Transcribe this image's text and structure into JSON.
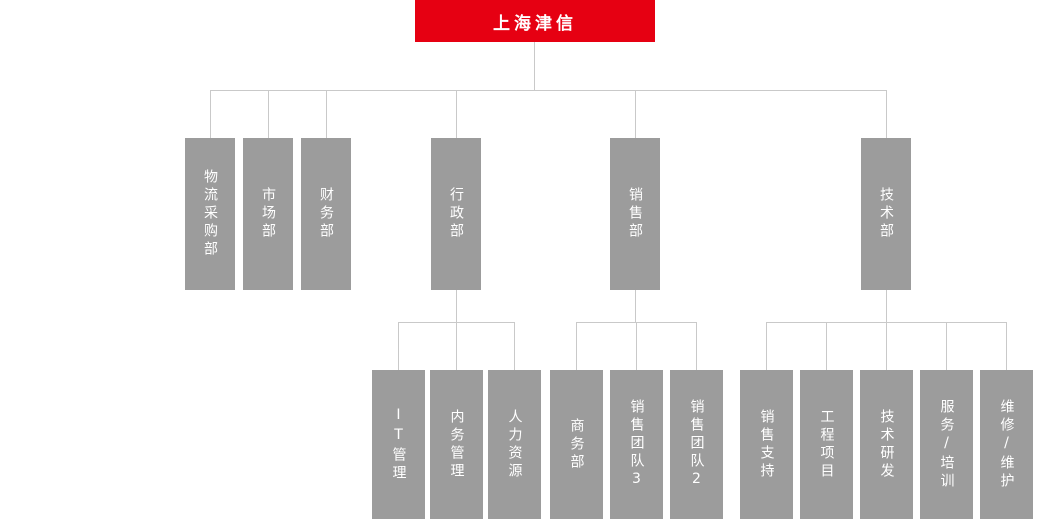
{
  "colors": {
    "page_bg": "#ffffff",
    "root_bg": "#e60012",
    "node_bg": "#9c9c9c",
    "connector": "#c9c9c9",
    "label_text": "#ffffff"
  },
  "org": {
    "root": {
      "label": "上海津信"
    },
    "level1": [
      {
        "label": "物流采购部"
      },
      {
        "label": "市场部"
      },
      {
        "label": "财务部"
      },
      {
        "label": "行政部"
      },
      {
        "label": "销售部"
      },
      {
        "label": "技术部"
      }
    ],
    "admin_children": [
      {
        "label": "IT管理"
      },
      {
        "label": "内务管理"
      },
      {
        "label": "人力资源"
      }
    ],
    "sales_children": [
      {
        "label": "商务部"
      },
      {
        "label": "销售团队3"
      },
      {
        "label": "销售团队2"
      }
    ],
    "tech_children": [
      {
        "label": "销售支持"
      },
      {
        "label": "工程项目"
      },
      {
        "label": "技术研发"
      },
      {
        "label": "服务/培训"
      },
      {
        "label": "维修/维护"
      }
    ]
  }
}
